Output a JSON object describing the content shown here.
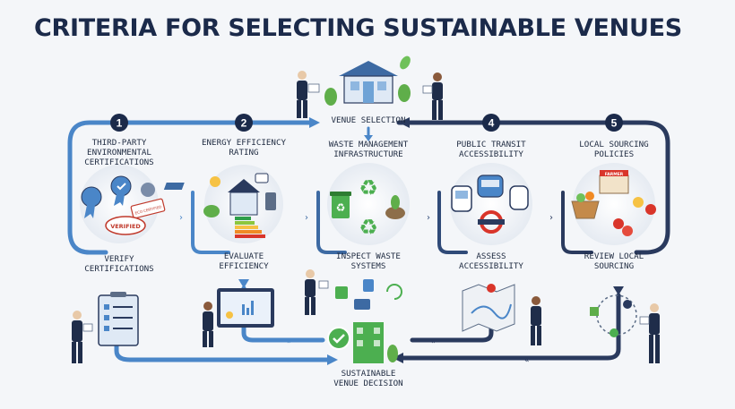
{
  "title": "CRITERIA FOR SELECTING SUSTAINABLE VENUES",
  "center_top": {
    "label": "VENUE SELECTION"
  },
  "center_bottom": {
    "label": "SUSTAINABLE\nVENUE DECISION"
  },
  "steps": [
    {
      "number": "1",
      "label": "THIRD-PARTY\nENVIRONMENTAL\nCERTIFICATIONS",
      "action": "VERIFY\nCERTIFICATIONS"
    },
    {
      "number": "2",
      "label": "ENERGY EFFICIENCY\nRATING",
      "action": "EVALUATE\nEFFICIENCY"
    },
    {
      "number": "",
      "label": "WASTE MANAGEMENT\nINFRASTRUCTURE",
      "action": "INSPECT WASTE\nSYSTEMS"
    },
    {
      "number": "4",
      "label": "PUBLIC TRANSIT\nACCESSIBILITY",
      "action": "ASSESS\nACCESSIBILITY"
    },
    {
      "number": "5",
      "label": "LOCAL SOURCING\nPOLICIES",
      "action": "REVIEW LOCAL\nSOURCING"
    }
  ],
  "badges": [
    "VERIFIED",
    "ECO CERTIFIED"
  ],
  "market_sign": "FARMER",
  "colors": {
    "left_flow": "#4a86c8",
    "right_flow": "#2a3a5e",
    "accent_green": "#4caf50",
    "background": "#f4f6f9"
  },
  "icons": [
    "ribbon-award-icon",
    "solar-house-icon",
    "energy-rating-icon",
    "recycle-bins-icon",
    "train-bus-icon",
    "metro-sign-icon",
    "produce-basket-icon",
    "checklist-icon",
    "dashboard-icon",
    "map-pin-icon",
    "building-check-icon",
    "business-person-icon"
  ]
}
